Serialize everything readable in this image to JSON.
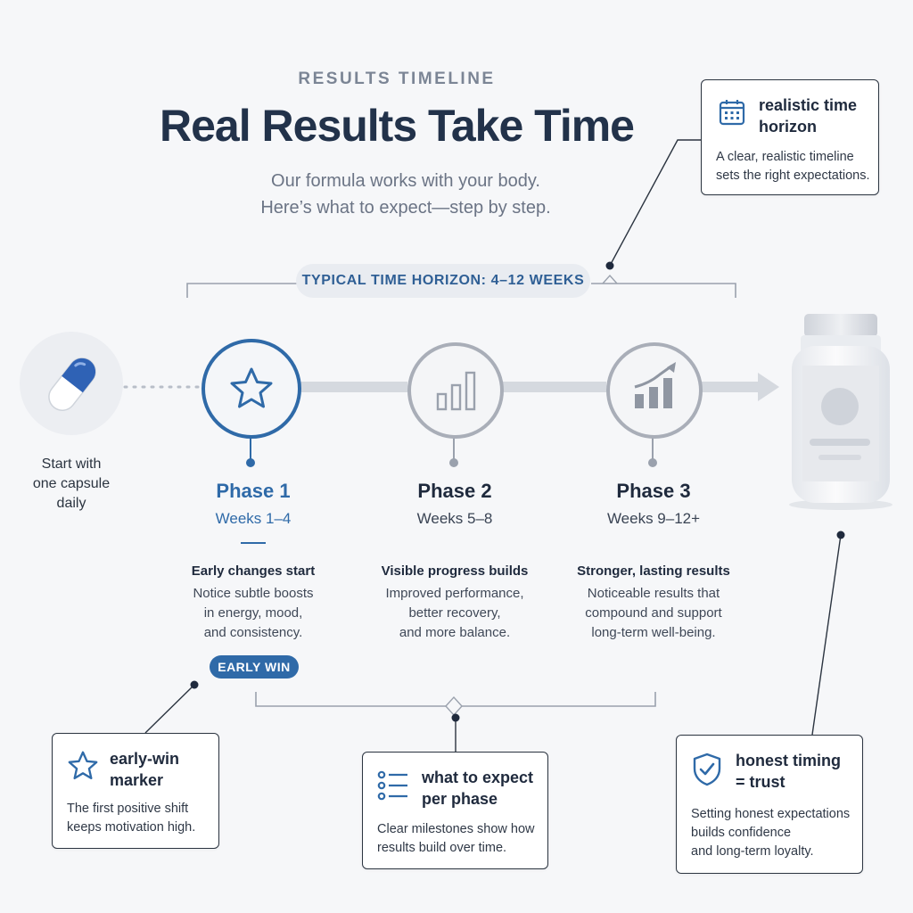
{
  "header": {
    "eyebrow": "RESULTS TIMELINE",
    "title": "Real Results Take Time",
    "subtitle_line1": "Our formula works with your body.",
    "subtitle_line2": "Here’s what to expect—step by step."
  },
  "time_horizon_pill": "TYPICAL TIME HORIZON: 4–12 WEEKS",
  "start": {
    "line1": "Start with",
    "line2": "one capsule",
    "line3": "daily",
    "icon": "capsule-icon"
  },
  "phases": [
    {
      "title": "Phase 1",
      "weeks": "Weeks 1–4",
      "headline": "Early changes start",
      "desc": [
        "Notice subtle boosts",
        "in energy, mood,",
        "and consistency."
      ],
      "icon": "star-icon",
      "badge": "EARLY WIN"
    },
    {
      "title": "Phase 2",
      "weeks": "Weeks 5–8",
      "headline": "Visible progress builds",
      "desc": [
        "Improved performance,",
        "better recovery,",
        "and more balance."
      ],
      "icon": "bar-chart-icon"
    },
    {
      "title": "Phase 3",
      "weeks": "Weeks 9–12+",
      "headline": "Stronger, lasting results",
      "desc": [
        "Noticeable results that",
        "compound and support",
        "long-term well-being."
      ],
      "icon": "growth-chart-icon"
    }
  ],
  "callouts": {
    "horizon": {
      "title_line1": "realistic time",
      "title_line2": "horizon",
      "body_line1": "A clear, realistic timeline",
      "body_line2": "sets the right expectations.",
      "icon": "calendar-icon"
    },
    "early_win": {
      "title_line1": "early-win",
      "title_line2": "marker",
      "body_line1": "The first positive shift",
      "body_line2": "keeps motivation high.",
      "icon": "star-icon"
    },
    "per_phase": {
      "title_line1": "what to expect",
      "title_line2": "per phase",
      "body_line1": "Clear milestones show how",
      "body_line2": "results build over time.",
      "icon": "checklist-icon"
    },
    "trust": {
      "title_line1": "honest timing",
      "title_line2": "= trust",
      "body_line1": "Setting honest expectations",
      "body_line2": "builds confidence",
      "body_line3": "and long-term loyalty.",
      "icon": "shield-check-icon"
    }
  },
  "colors": {
    "accent_blue": "#2f6aa8",
    "heading_navy": "#22324a",
    "muted_gray": "#9aa1ad",
    "track_gray": "#d5d9df",
    "background": "#f6f7f9"
  }
}
